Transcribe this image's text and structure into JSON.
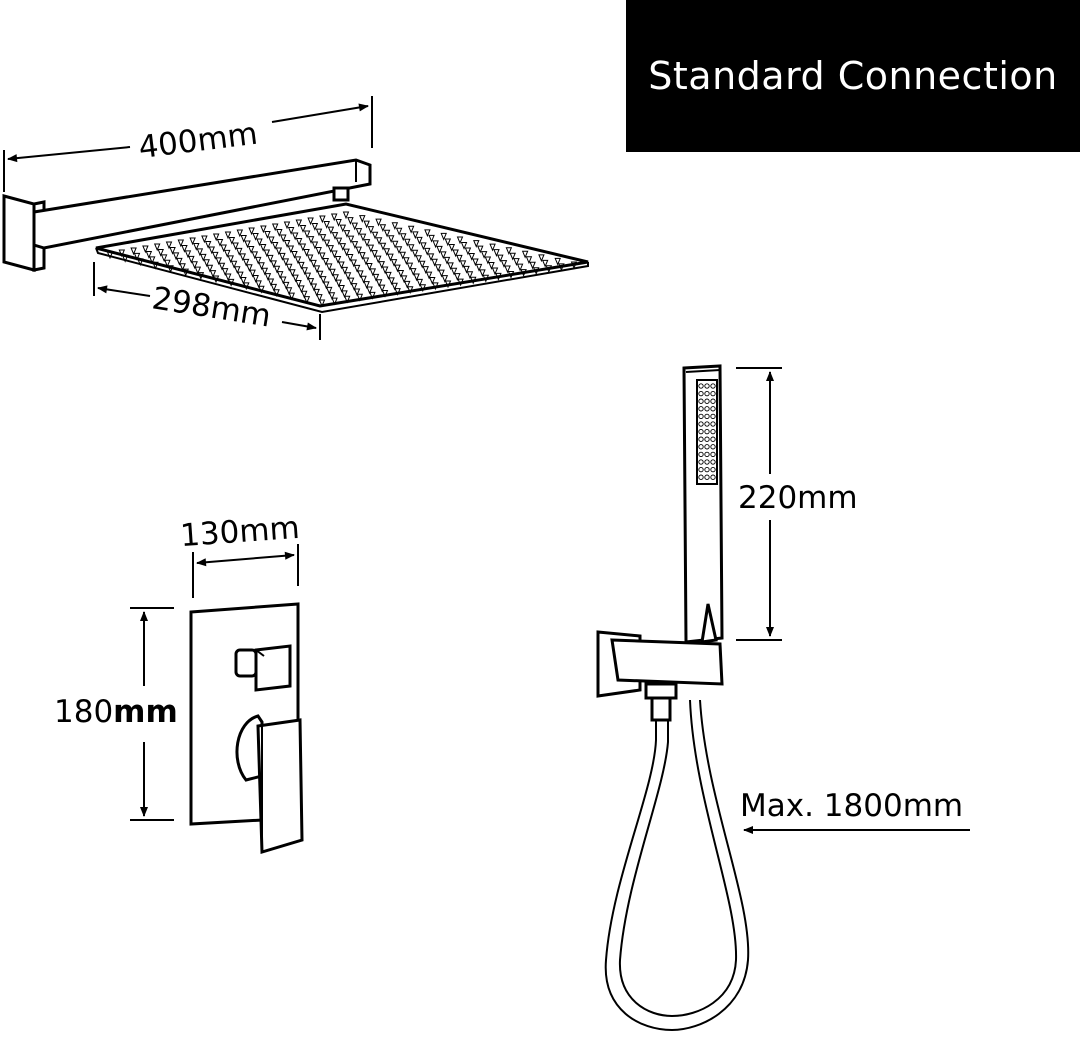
{
  "header": {
    "title": "Standard Connection"
  },
  "dimensions": {
    "arm_length": "400mm",
    "head_width": "298mm",
    "handset_length": "220mm",
    "valve_width": "130mm",
    "valve_height_num": "180",
    "valve_height_unit": "mm",
    "hose_length": "Max. 1800mm"
  },
  "icons": [
    "rain-shower-head-icon",
    "shower-arm-icon",
    "hand-shower-icon",
    "diverter-valve-icon",
    "hose-icon"
  ]
}
